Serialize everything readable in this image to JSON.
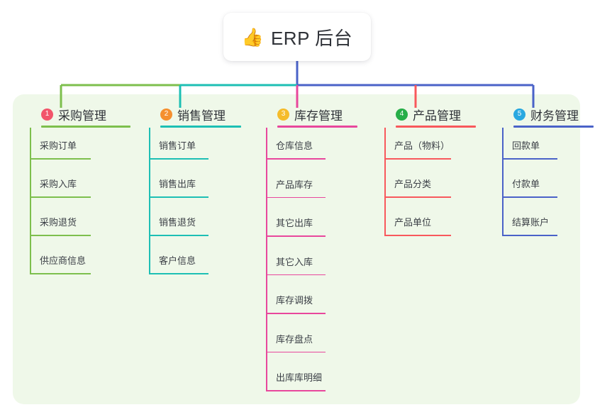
{
  "diagram": {
    "type": "mindmap-tree",
    "background_color": "#ffffff",
    "panel_color": "#eff8e9",
    "root": {
      "icon": "thumbs-up-icon",
      "emoji": "👍",
      "label": "ERP 后台",
      "card_color": "#ffffff"
    },
    "columns": [
      {
        "index": "1",
        "title": "采购管理",
        "badge_color": "#f2556b",
        "line_color": "#7dbf4d",
        "items": [
          "采购订单",
          "采购入库",
          "采购退货",
          "供应商信息"
        ]
      },
      {
        "index": "2",
        "title": "销售管理",
        "badge_color": "#f5902f",
        "line_color": "#1dbfb4",
        "items": [
          "销售订单",
          "销售出库",
          "销售退货",
          "客户信息"
        ]
      },
      {
        "index": "3",
        "title": "库存管理",
        "badge_color": "#f5bc2b",
        "line_color": "#e8479c",
        "items": [
          "仓库信息",
          "产品库存",
          "其它出库",
          "其它入库",
          "库存调拨",
          "库存盘点",
          "出库库明细"
        ]
      },
      {
        "index": "4",
        "title": "产品管理",
        "badge_color": "#27ae48",
        "line_color": "#f8585c",
        "items": [
          "产品（物料）",
          "产品分类",
          "产品单位"
        ]
      },
      {
        "index": "5",
        "title": "财务管理",
        "badge_color": "#29a8e0",
        "line_color": "#4a62c8",
        "items": [
          "回款单",
          "付款单",
          "结算账户"
        ]
      }
    ],
    "connectors": {
      "stem_color": "#4a62c8",
      "bus_left_color": "#7dbf4d",
      "bus_mid_color": "#1dbfb4",
      "bus_right_color": "#4a62c8"
    }
  }
}
